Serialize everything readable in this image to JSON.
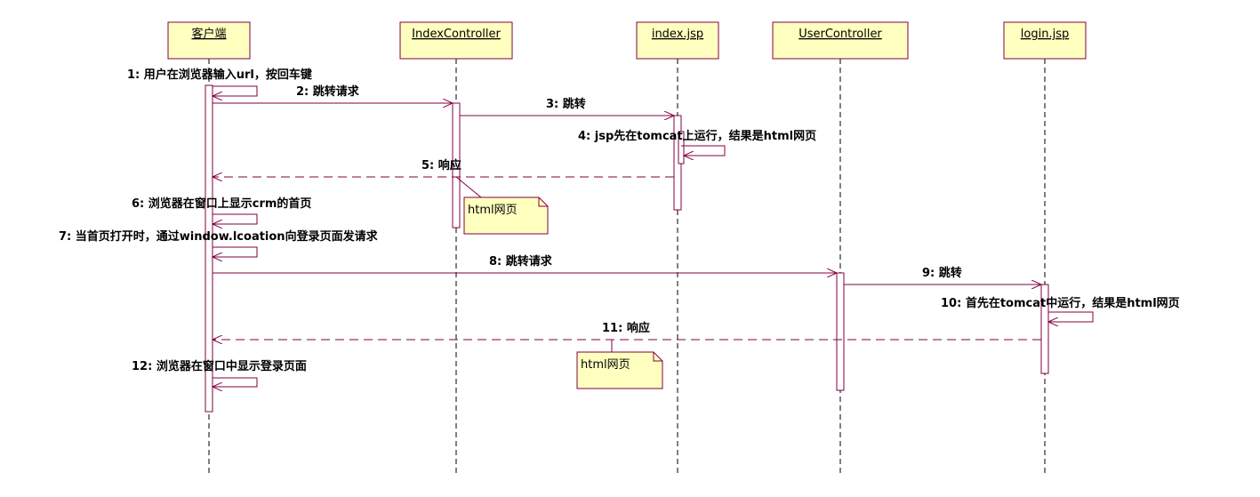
{
  "diagram": {
    "colors": {
      "line": "#800040",
      "object_fill": "#ffffc0",
      "note_fill": "#ffffc0",
      "text": "#000000",
      "background": "#ffffff"
    },
    "participants": [
      {
        "name": "客户端"
      },
      {
        "name": "IndexController"
      },
      {
        "name": "index.jsp"
      },
      {
        "name": "UserController"
      },
      {
        "name": "login.jsp"
      }
    ],
    "messages": [
      {
        "label": "1: 用户在浏览器输入url，按回车键",
        "from": 0,
        "to": 0,
        "kind": "self"
      },
      {
        "label": "2: 跳转请求",
        "from": 0,
        "to": 1,
        "kind": "sync"
      },
      {
        "label": "3: 跳转",
        "from": 1,
        "to": 2,
        "kind": "sync"
      },
      {
        "label": "4: jsp先在tomcat上运行，结果是html网页",
        "from": 2,
        "to": 2,
        "kind": "self"
      },
      {
        "label": "5: 响应",
        "from": 2,
        "to": 0,
        "kind": "return"
      },
      {
        "label": "6: 浏览器在窗口上显示crm的首页",
        "from": 0,
        "to": 0,
        "kind": "self"
      },
      {
        "label": "7: 当首页打开时，通过window.lcoation向登录页面发请求",
        "from": 0,
        "to": 0,
        "kind": "self"
      },
      {
        "label": "8: 跳转请求",
        "from": 0,
        "to": 3,
        "kind": "sync"
      },
      {
        "label": "9: 跳转",
        "from": 3,
        "to": 4,
        "kind": "sync"
      },
      {
        "label": "10: 首先在tomcat中运行，结果是html网页",
        "from": 4,
        "to": 4,
        "kind": "self"
      },
      {
        "label": "11: 响应",
        "from": 4,
        "to": 0,
        "kind": "return"
      },
      {
        "label": "12: 浏览器在窗口中显示登录页面",
        "from": 0,
        "to": 0,
        "kind": "self"
      }
    ],
    "notes": [
      {
        "text": "html网页",
        "attached_to_message": 5
      },
      {
        "text": "html网页",
        "attached_to_message": 11
      }
    ]
  }
}
